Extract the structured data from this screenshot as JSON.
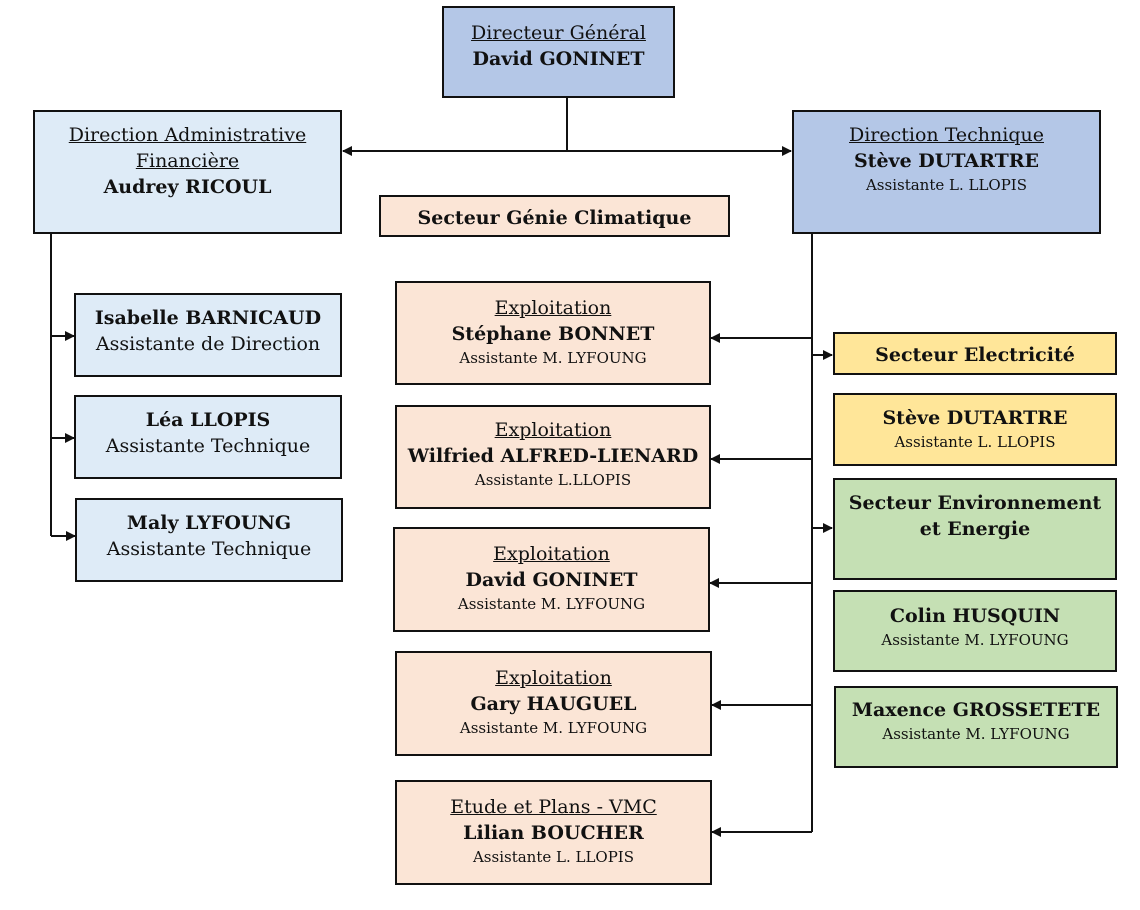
{
  "title": "Organigramme",
  "colors": {
    "direction_dark": "#b4c7e7",
    "direction_light": "#deebf7",
    "genie_climatique": "#fbe5d6",
    "electricite": "#ffe699",
    "environnement": "#c5e0b4",
    "lines": "#111111"
  },
  "dg": {
    "title": "Directeur Général",
    "name": "David GONINET"
  },
  "daf": {
    "title_line1": "Direction Administrative",
    "title_line2": "Financière",
    "name": "Audrey RICOUL"
  },
  "dt": {
    "title": "Direction Technique",
    "name": "Stève DUTARTRE",
    "assistant": "Assistante L. LLOPIS"
  },
  "admin_staff": [
    {
      "name": "Isabelle BARNICAUD",
      "role": "Assistante de Direction"
    },
    {
      "name": "Léa LLOPIS",
      "role": "Assistante Technique"
    },
    {
      "name": "Maly LYFOUNG",
      "role": "Assistante Technique"
    }
  ],
  "genie_climatique": {
    "header": "Secteur Génie Climatique",
    "units": [
      {
        "title": "Exploitation",
        "name": "Stéphane BONNET",
        "assistant": "Assistante M. LYFOUNG"
      },
      {
        "title": "Exploitation",
        "name": "Wilfried ALFRED-LIENARD",
        "assistant": "Assistante L.LLOPIS"
      },
      {
        "title": "Exploitation",
        "name": "David GONINET",
        "assistant": "Assistante M. LYFOUNG"
      },
      {
        "title": "Exploitation",
        "name": "Gary HAUGUEL",
        "assistant": "Assistante M. LYFOUNG"
      },
      {
        "title": "Etude et Plans - VMC",
        "name": "Lilian BOUCHER",
        "assistant": "Assistante L. LLOPIS"
      }
    ]
  },
  "electricite": {
    "header": "Secteur Electricité",
    "members": [
      {
        "name": "Stève DUTARTRE",
        "assistant": "Assistante L. LLOPIS"
      }
    ]
  },
  "environnement": {
    "header_line1": "Secteur Environnement",
    "header_line2": "et Energie",
    "members": [
      {
        "name": "Colin HUSQUIN",
        "assistant": "Assistante M. LYFOUNG"
      },
      {
        "name": "Maxence GROSSETETE",
        "assistant": "Assistante M. LYFOUNG"
      }
    ]
  }
}
